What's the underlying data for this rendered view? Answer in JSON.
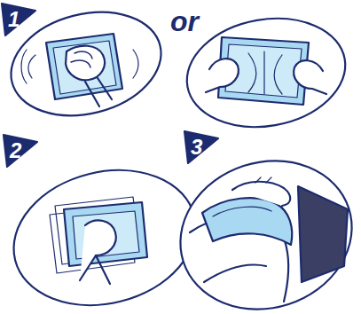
{
  "diagram": {
    "labels": [
      "1",
      "or",
      "2",
      "3"
    ]
  }
}
